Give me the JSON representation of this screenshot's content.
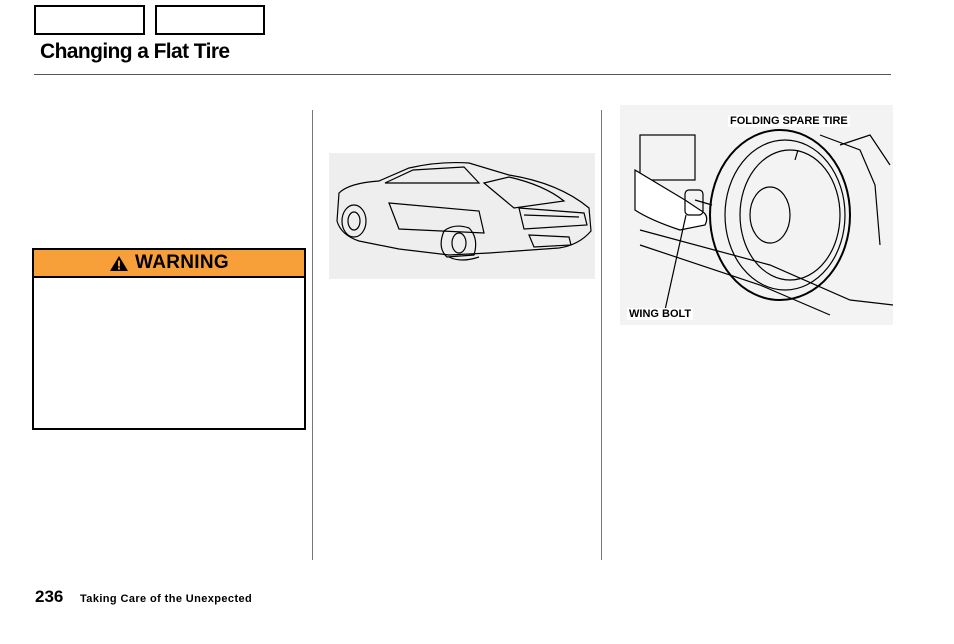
{
  "header": {
    "title": "Changing a Flat Tire"
  },
  "warning": {
    "label": "WARNING",
    "header_color": "#f7a03a"
  },
  "figures": {
    "car_icon": "car-with-flat-rear-tire",
    "spare_callouts": {
      "spare_tire": "FOLDING SPARE TIRE",
      "wing_bolt": "WING BOLT"
    }
  },
  "footer": {
    "page_number": "236",
    "section": "Taking Care of the Unexpected"
  }
}
